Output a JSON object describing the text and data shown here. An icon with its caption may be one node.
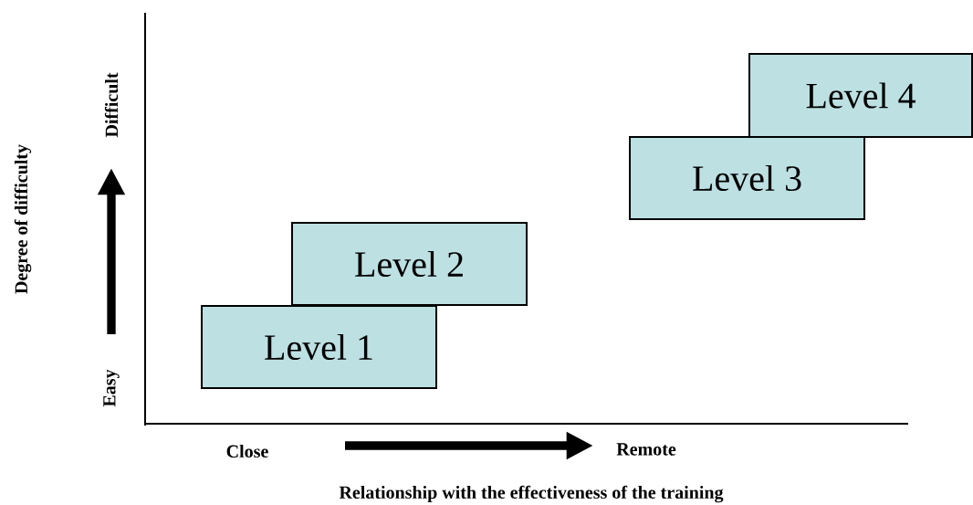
{
  "diagram": {
    "nodes": [
      {
        "text": [
          "Level 1"
        ]
      },
      {
        "text": [
          "Level 2"
        ]
      },
      {
        "text": [
          "Level 3"
        ]
      },
      {
        "text": [
          "Level 4"
        ]
      }
    ],
    "labels": [
      "Degree of difficulty",
      "Difficult",
      "Easy",
      "Close",
      "Remote",
      "Relationship with the effectiveness of the training"
    ]
  }
}
